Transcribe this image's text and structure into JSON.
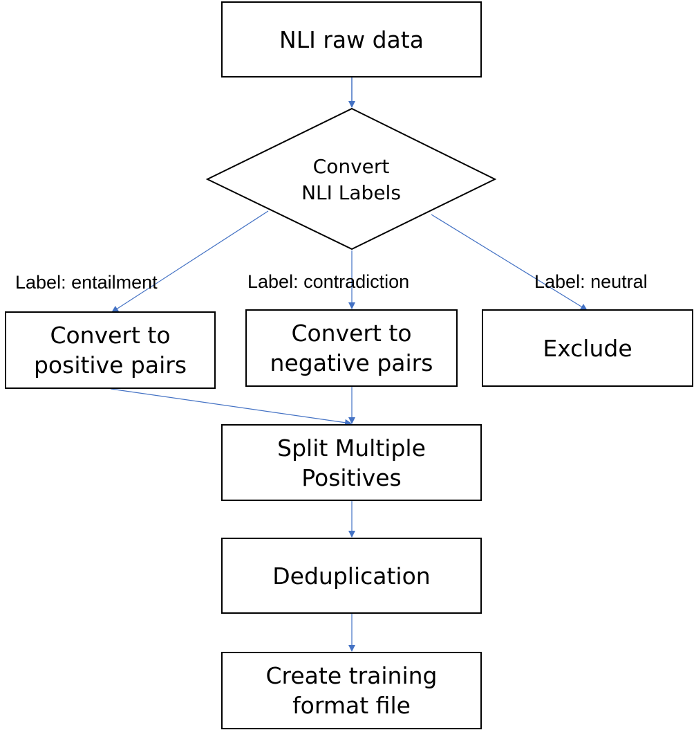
{
  "nodes": {
    "raw_data": "NLI raw data",
    "convert_labels": "Convert\nNLI Labels",
    "positive_pairs": "Convert to\npositive pairs",
    "negative_pairs": "Convert to\nnegative pairs",
    "exclude": "Exclude",
    "split_positives": "Split Multiple\nPositives",
    "deduplication": "Deduplication",
    "training_format": "Create training\nformat file"
  },
  "edge_labels": {
    "entailment": "Label: entailment",
    "contradiction": "Label: contradiction",
    "neutral": "Label: neutral"
  },
  "colors": {
    "arrow": "#4472C4",
    "border": "#000000"
  }
}
